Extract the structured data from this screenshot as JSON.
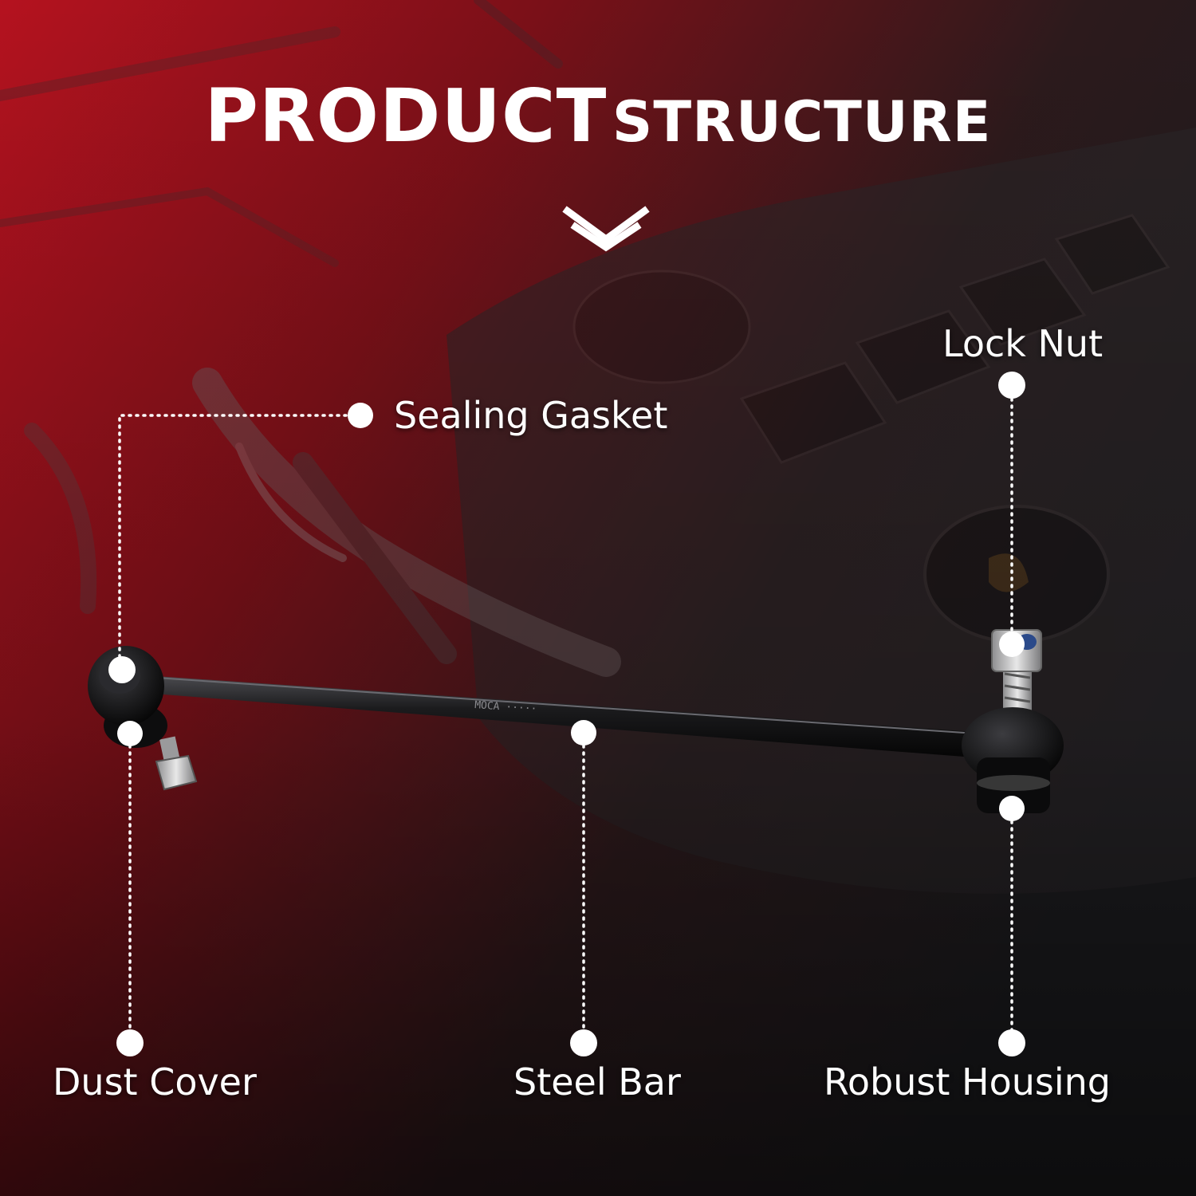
{
  "title": {
    "word1": "PRODUCT",
    "word2": "STRUCTURE"
  },
  "callouts": {
    "sealing_gasket": "Sealing Gasket",
    "lock_nut": "Lock Nut",
    "dust_cover": "Dust Cover",
    "steel_bar": "Steel Bar",
    "robust_housing": "Robust Housing"
  },
  "colors": {
    "accent_red": "#b5121f",
    "dark_bg": "#1c1c1f",
    "marker": "#ffffff"
  },
  "icons": {
    "title_arrow": "double-chevron-down-icon"
  }
}
